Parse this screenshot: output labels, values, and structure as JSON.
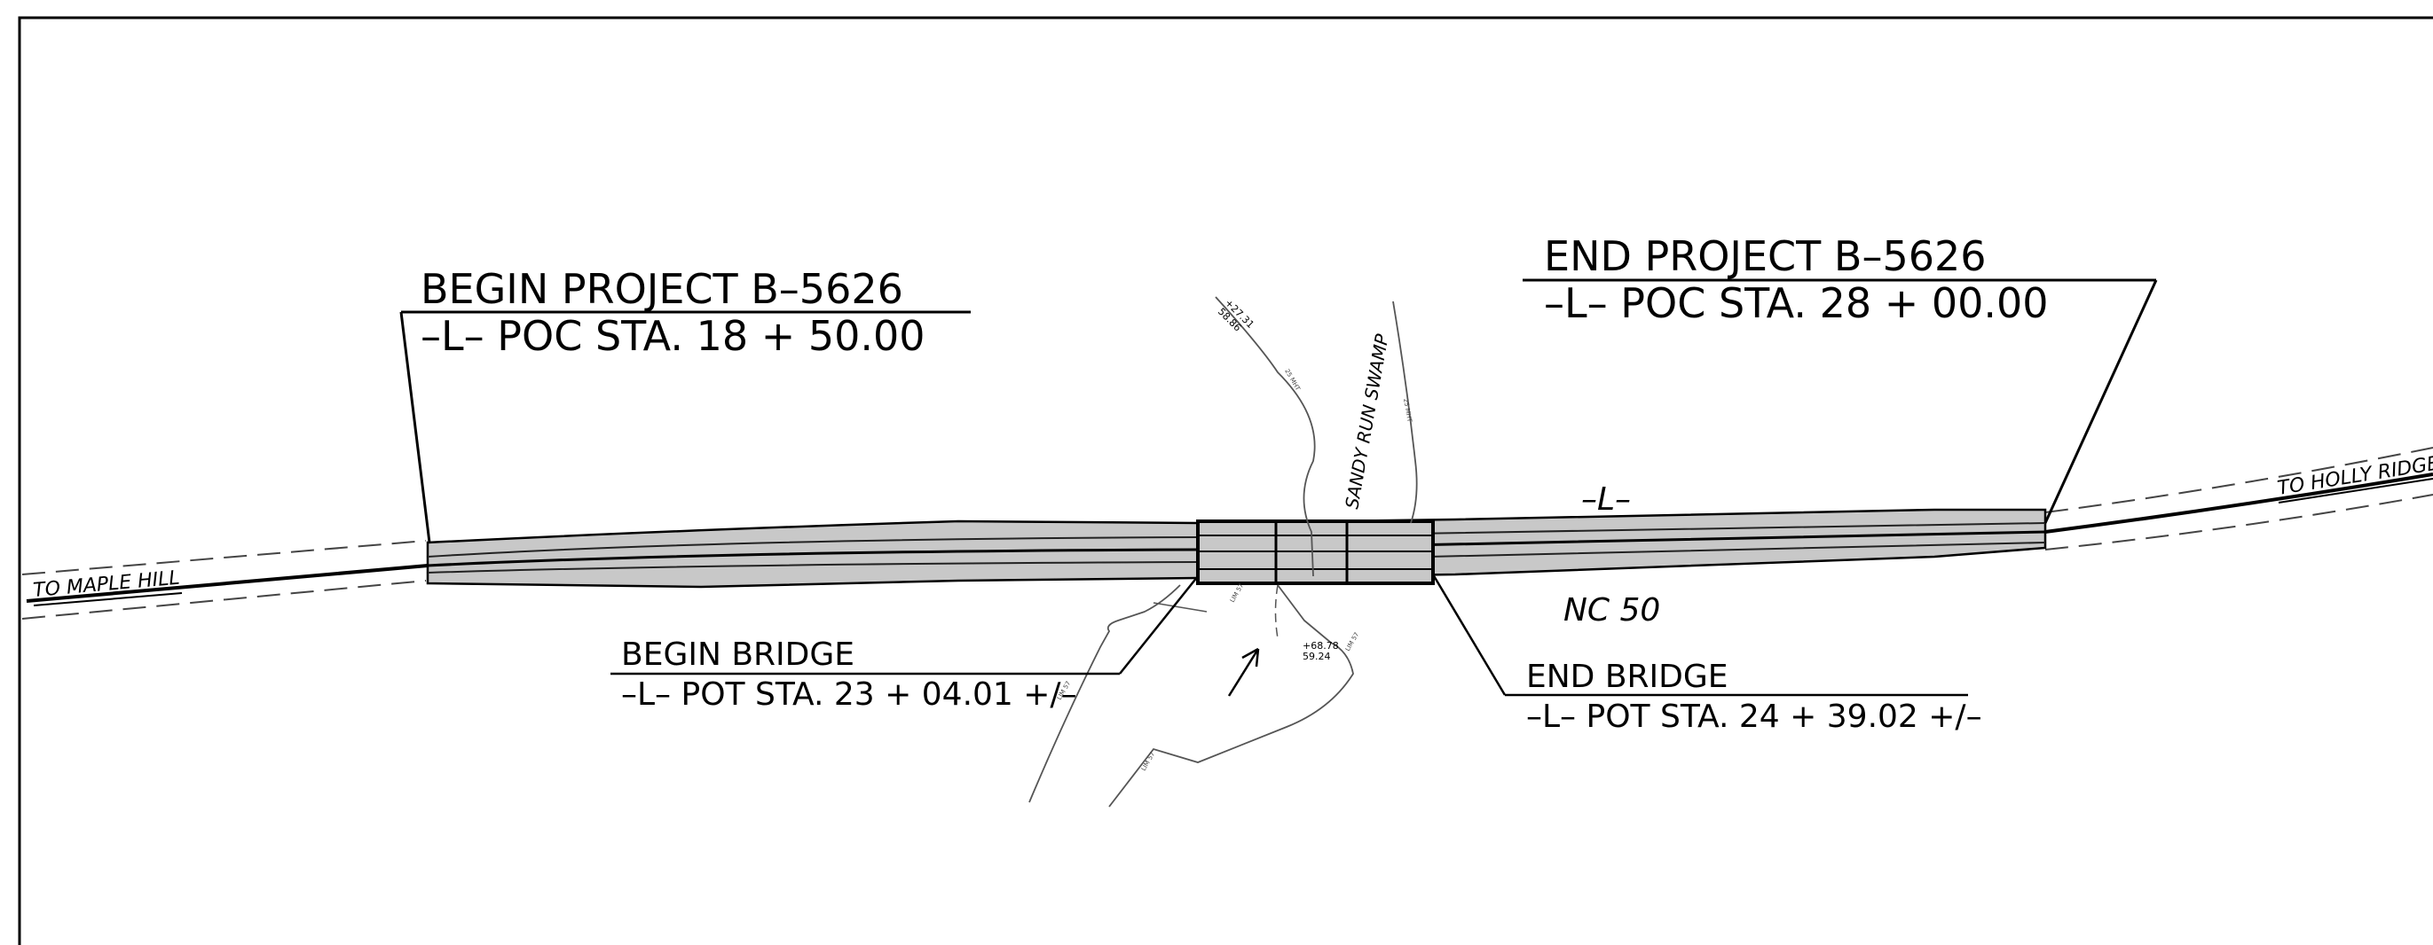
{
  "labels": {
    "begin_project": {
      "title": "BEGIN PROJECT B–5626",
      "station": "–L– POC STA. 18 + 50.00"
    },
    "end_project": {
      "title": "END PROJECT B–5626",
      "station": "–L– POC STA. 28 + 00.00"
    },
    "begin_bridge": {
      "title": "BEGIN BRIDGE",
      "station": "–L– POT STA. 23 + 04.01 +/–"
    },
    "end_bridge": {
      "title": "END BRIDGE",
      "station": "–L– POT STA. 24 + 39.02 +/–"
    },
    "alignment": "–L–",
    "road_name": "NC 50",
    "to_west": "TO MAPLE HILL",
    "to_east": "TO HOLLY RIDGE",
    "stream": "SANDY RUN SWAMP",
    "survey_note_1": "+68.78",
    "survey_note_2": "59.24",
    "survey_note_top": "+27.31",
    "survey_note_top_2": "58.86",
    "contour_1": "LIM 57",
    "contour_2": "LIM 57",
    "contour_3": "LIM 57",
    "contour_4": "25 MHT",
    "contour_5": "25 MHT",
    "contour_6": "LIM 57"
  },
  "colors": {
    "line": "#000000",
    "fill": "#c8c8c8",
    "thin": "#555555"
  }
}
